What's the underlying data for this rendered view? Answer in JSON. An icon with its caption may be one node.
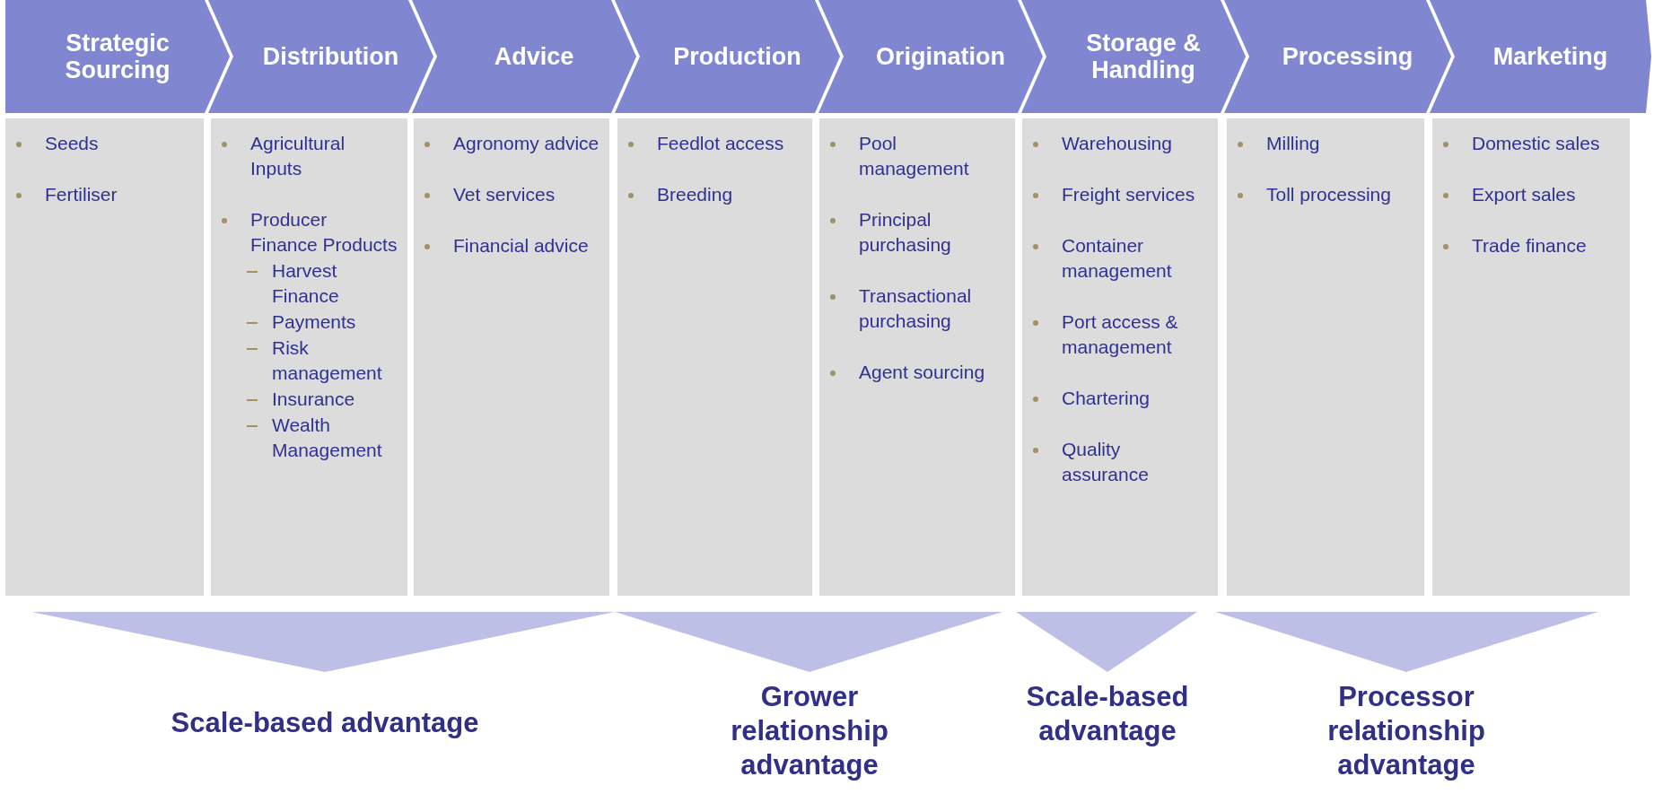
{
  "diagram": {
    "nodes": [
      {
        "text": [
          "Strategic Sourcing"
        ]
      },
      {
        "text": [
          "Distribution"
        ]
      },
      {
        "text": [
          "Advice"
        ]
      },
      {
        "text": [
          "Production"
        ]
      },
      {
        "text": [
          "Origination"
        ]
      },
      {
        "text": [
          "Storage & Handling"
        ]
      },
      {
        "text": [
          "Processing"
        ]
      },
      {
        "text": [
          "Marketing"
        ]
      },
      {
        "text": [
          "Seeds",
          "Fertiliser"
        ]
      },
      {
        "text": [
          "Agricultural Inputs",
          "Producer Finance Products",
          "Harvest Finance",
          "Payments",
          "Risk management",
          "Insurance",
          "Wealth Management"
        ]
      },
      {
        "text": [
          "Agronomy advice",
          "Vet services",
          "Financial advice"
        ]
      },
      {
        "text": [
          "Feedlot access",
          "Breeding"
        ]
      },
      {
        "text": [
          "Pool management",
          "Principal purchasing",
          "Transactional purchasing",
          "Agent sourcing"
        ]
      },
      {
        "text": [
          "Warehousing",
          "Freight services",
          "Container management",
          "Port access & management",
          "Chartering",
          "Quality assurance"
        ]
      },
      {
        "text": [
          "Milling",
          "Toll processing"
        ]
      },
      {
        "text": [
          "Domestic sales",
          "Export sales",
          "Trade finance"
        ]
      },
      {
        "text": [
          "Scale-based advantage"
        ]
      },
      {
        "text": [
          "Grower relationship advantage"
        ]
      },
      {
        "text": [
          "Scale-based advantage"
        ]
      },
      {
        "text": [
          "Processor relationship advantage"
        ]
      }
    ],
    "edges": []
  }
}
